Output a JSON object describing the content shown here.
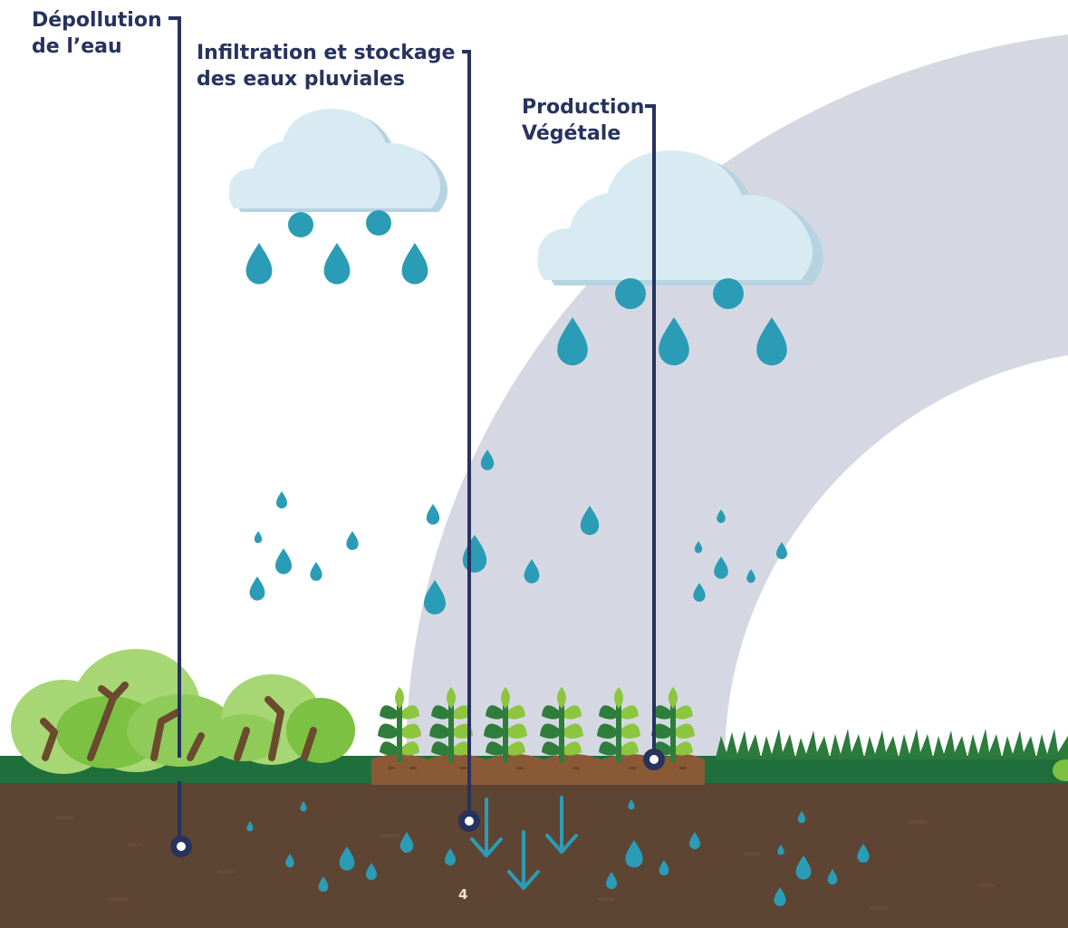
{
  "labels": {
    "depollution": {
      "line1": "Dépollution",
      "line2": "de l’eau"
    },
    "infiltration": {
      "line1": "Infiltration et stockage",
      "line2": "des eaux pluviales"
    },
    "production": {
      "line1": "Production",
      "line2": "Végétale"
    }
  },
  "page_number": "4",
  "colors": {
    "label_text": "#27335e",
    "callout_line": "#27335e",
    "arc": "#d5d8e2",
    "cloud": "#d8ebf3",
    "cloud_shadow": "#b7d3e1",
    "water_drop": "#2b9cb5",
    "grass_strip": "#1f6f3c",
    "soil": "#5e4432",
    "tilled_soil": "#8a5a36",
    "bush_light": "#a7d774",
    "bush_dark": "#7cc142",
    "plant_dark": "#2f7d3a",
    "plant_light": "#8cc63f",
    "grass_blades": "#2c7a3c"
  },
  "icons": [
    "cloud-icon",
    "raindrop-icon",
    "bush-icon",
    "seedling-icon",
    "grass-icon",
    "infiltration-arrow-icon",
    "callout-marker-icon"
  ]
}
